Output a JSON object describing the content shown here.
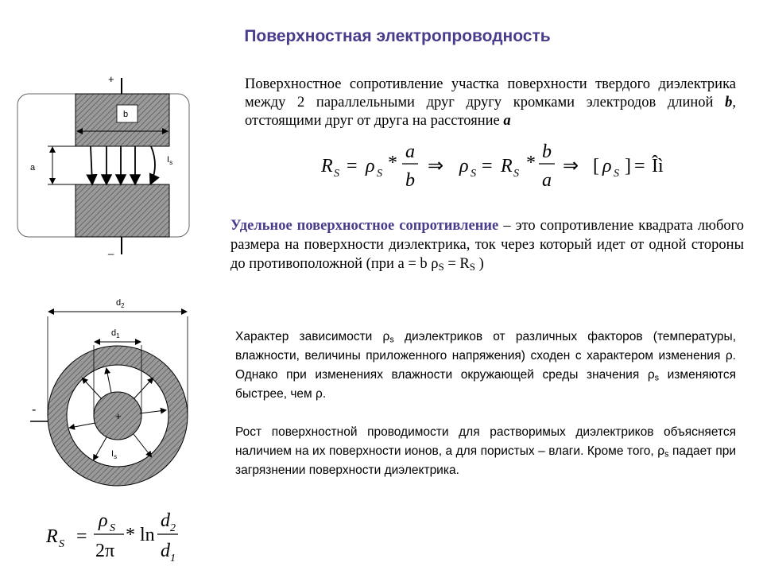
{
  "title": "Поверхностная электропроводность",
  "paragraph1": {
    "text_start": "Поверхностное сопротивление участка поверхности твердого диэлектрика между 2 параллельными друг другу кромками электродов длиной ",
    "b": "b",
    "text_mid": ", отстоящими друг от друга на расстояние ",
    "a": "a"
  },
  "formula1": {
    "rs": "R",
    "rs_sub": "S",
    "rho": "ρ",
    "rho_sub": "S",
    "eq": "=",
    "mul": "*",
    "a": "a",
    "b": "b",
    "implies": "⇒",
    "unit_open": "[",
    "unit_close": "]",
    "unit": "Îì"
  },
  "paragraph2": {
    "term": "Удельное поверхностное сопротивление",
    "text": " – это сопротивление квадрата любого размера на поверхности диэлектрика, ток через который идет от одной стороны до противоположной (при а = b ρ",
    "s1": "S",
    "mid": " = R",
    "s2": "S",
    "end": " )"
  },
  "paragraph3": {
    "t1": "Характер зависимости ρ",
    "s1": "s",
    "t2": " диэлектриков от различных факторов (температуры, влажности, величины приложенного напряжения) сходен с характером изменения ρ. Однако при изменениях влажности окружающей среды значения ρ",
    "s2": "s",
    "t3": " изменяются быстрее, чем ρ."
  },
  "paragraph4": {
    "t1": "Рост поверхностной проводимости для растворимых диэлектриков объясняется наличием на их поверхности ионов, а для пористых – влаги. Кроме того, ρ",
    "s1": "s",
    "t2": " падает при загрязнении поверхности диэлектрика."
  },
  "diagram_top": {
    "plus": "+",
    "minus": "_",
    "b": "b",
    "a": "a",
    "is": "I",
    "is_sub": "s"
  },
  "diagram_bottom": {
    "d2": "d",
    "d2_sub": "2",
    "d1": "d",
    "d1_sub": "1",
    "minus": "-",
    "plus": "+",
    "is": "I",
    "is_sub": "s"
  },
  "formula2": {
    "rs": "R",
    "rs_sub": "S",
    "eq": "=",
    "rho": "ρ",
    "rho_sub": "S",
    "den": "2π",
    "mul_ln": "* ln",
    "d": "d",
    "sub2": "2",
    "sub1": "1"
  },
  "colors": {
    "accent": "#4a3b8c",
    "hatch": "#7a7a7a"
  }
}
